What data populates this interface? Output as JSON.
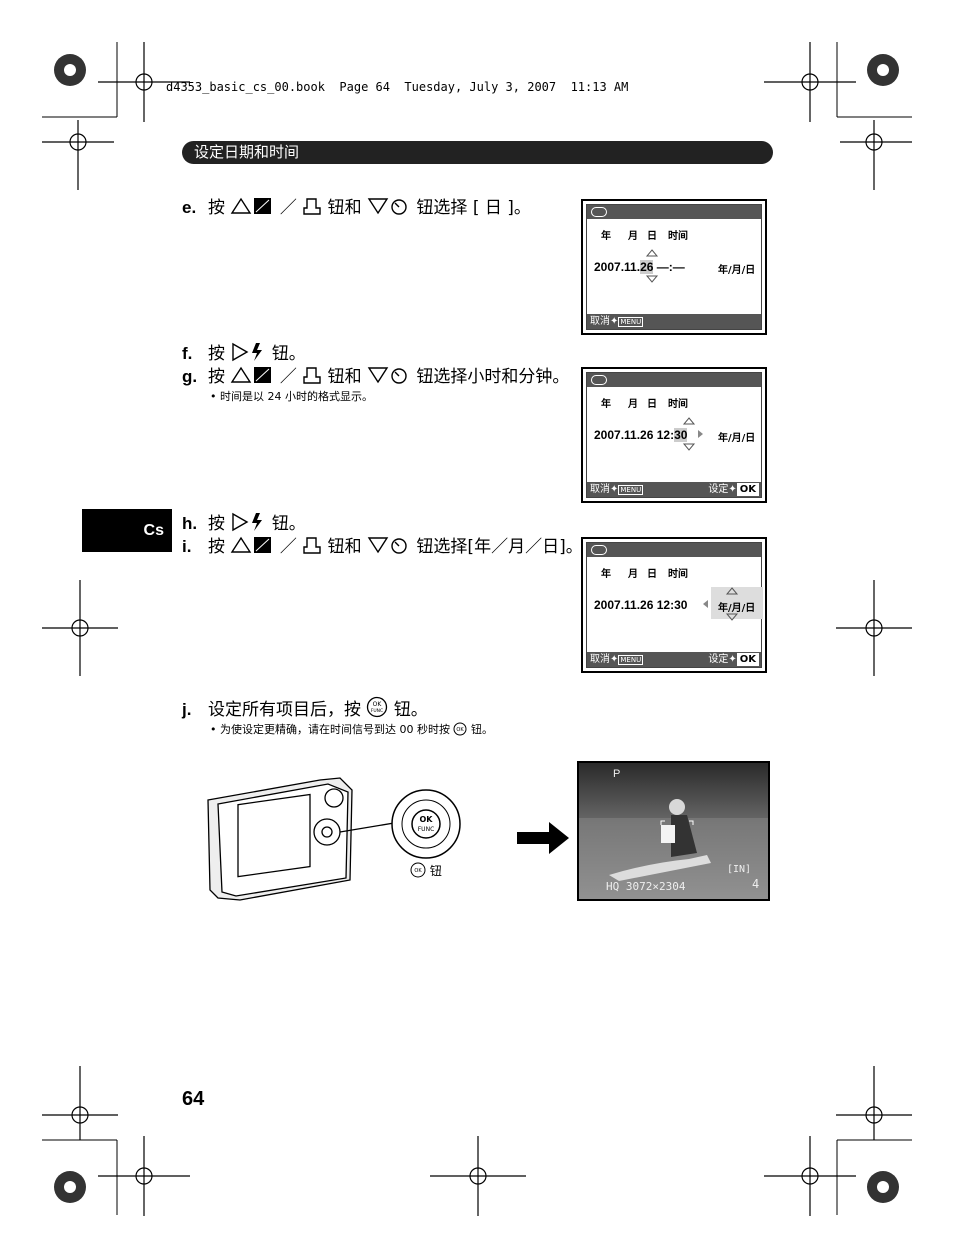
{
  "header": {
    "book_info": "d4353_basic_cs_00.book  Page 64  Tuesday, July 3, 2007  11:13 AM"
  },
  "section_title": "设定日期和时间",
  "side_tab": "Cs",
  "page_number": "64",
  "steps": {
    "e": {
      "letter": "e.",
      "pre": "按",
      "mid1": "／",
      "mid2": "钮和",
      "post": "钮选择 [ 日 ]。"
    },
    "f": {
      "letter": "f.",
      "pre": "按",
      "post": "钮。"
    },
    "g": {
      "letter": "g.",
      "pre": "按",
      "mid1": "／",
      "mid2": "钮和",
      "post": "钮选择小时和分钟。",
      "note": "• 时间是以 24 小时的格式显示。"
    },
    "h": {
      "letter": "h.",
      "pre": "按",
      "post": "钮。"
    },
    "i": {
      "letter": "i.",
      "pre": "按",
      "mid1": "／",
      "mid2": "钮和",
      "post": "钮选择[年／月／日]。"
    },
    "j": {
      "letter": "j.",
      "pre": "设定所有项目后，按",
      "post": "钮。",
      "note": "• 为使设定更精确，请在时间信号到达 00 秒时按",
      "note_end": "钮。"
    }
  },
  "screens": {
    "headers": {
      "year": "年",
      "month": "月",
      "day": "日",
      "time": "时间"
    },
    "format": "年/月/日",
    "cancel": "取消",
    "menu": "MENU",
    "set": "设定",
    "ok": "OK",
    "s1": {
      "date": "2007.11.",
      "day": "26",
      "time": " —:—"
    },
    "s2": {
      "datetime": "2007.11.26 12:",
      "minute": "30"
    },
    "s3": {
      "datetime": "2007.11.26 12:30"
    }
  },
  "figure": {
    "button_label": "钮",
    "dial": {
      "ok": "OK",
      "func": "FUNC"
    },
    "photo": {
      "mode": "P",
      "quality": "HQ 3072×2304",
      "frame": "[IN]",
      "count": "4"
    }
  }
}
